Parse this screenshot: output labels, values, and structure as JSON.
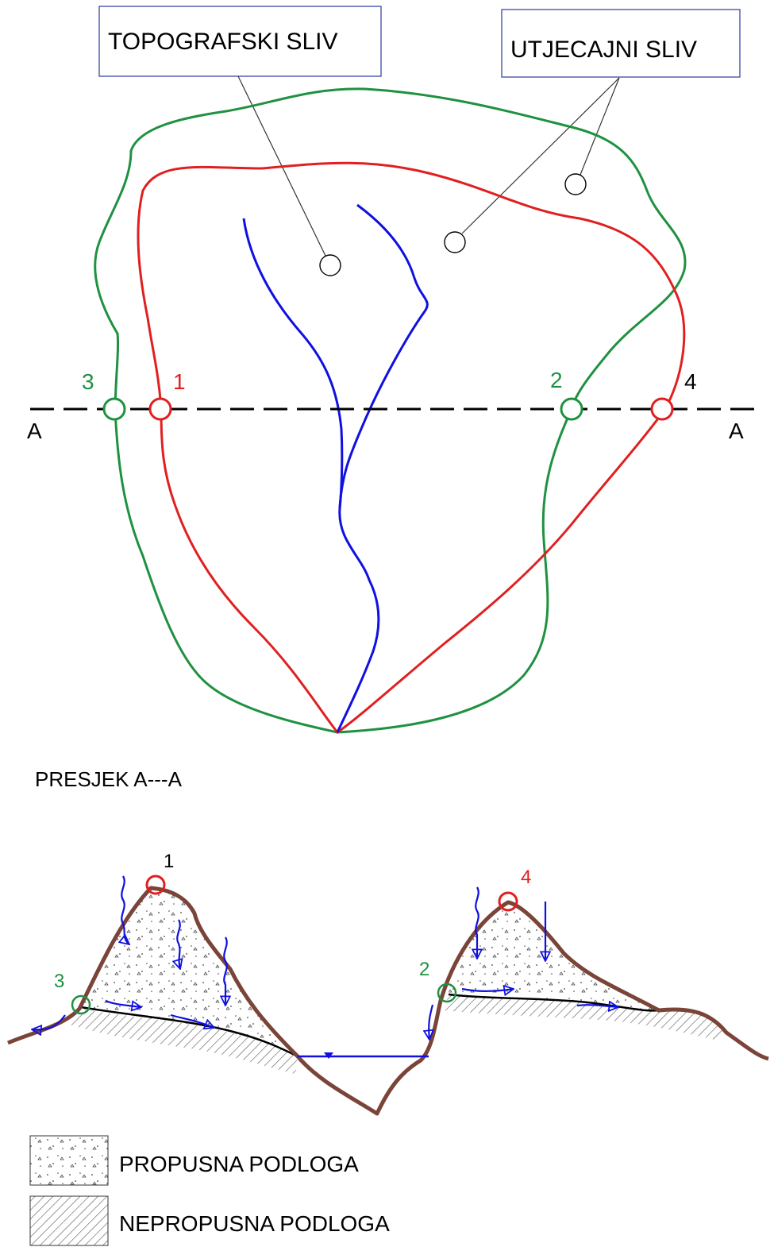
{
  "labels": {
    "topo_box": "TOPOGRAFSKI SLIV",
    "utjecajni_box": "UTJECAJNI SLIV",
    "section_left": "A",
    "section_right": "A",
    "point_1": "1",
    "point_2": "2",
    "point_3": "3",
    "point_4": "4",
    "section_title": "PRESJEK  A---A",
    "profile_1": "1",
    "profile_2": "2",
    "profile_3": "3",
    "profile_4": "4"
  },
  "legend": [
    {
      "label": "PROPUSNA PODLOGA",
      "pattern": "dotted"
    },
    {
      "label": "NEPROPUSNA PODLOGA",
      "pattern": "hatched"
    }
  ],
  "colors": {
    "topographic": "#e02020",
    "influence": "#1f9140",
    "river": "#1010e0",
    "terrain": "#7a4438",
    "text": "#000000"
  }
}
